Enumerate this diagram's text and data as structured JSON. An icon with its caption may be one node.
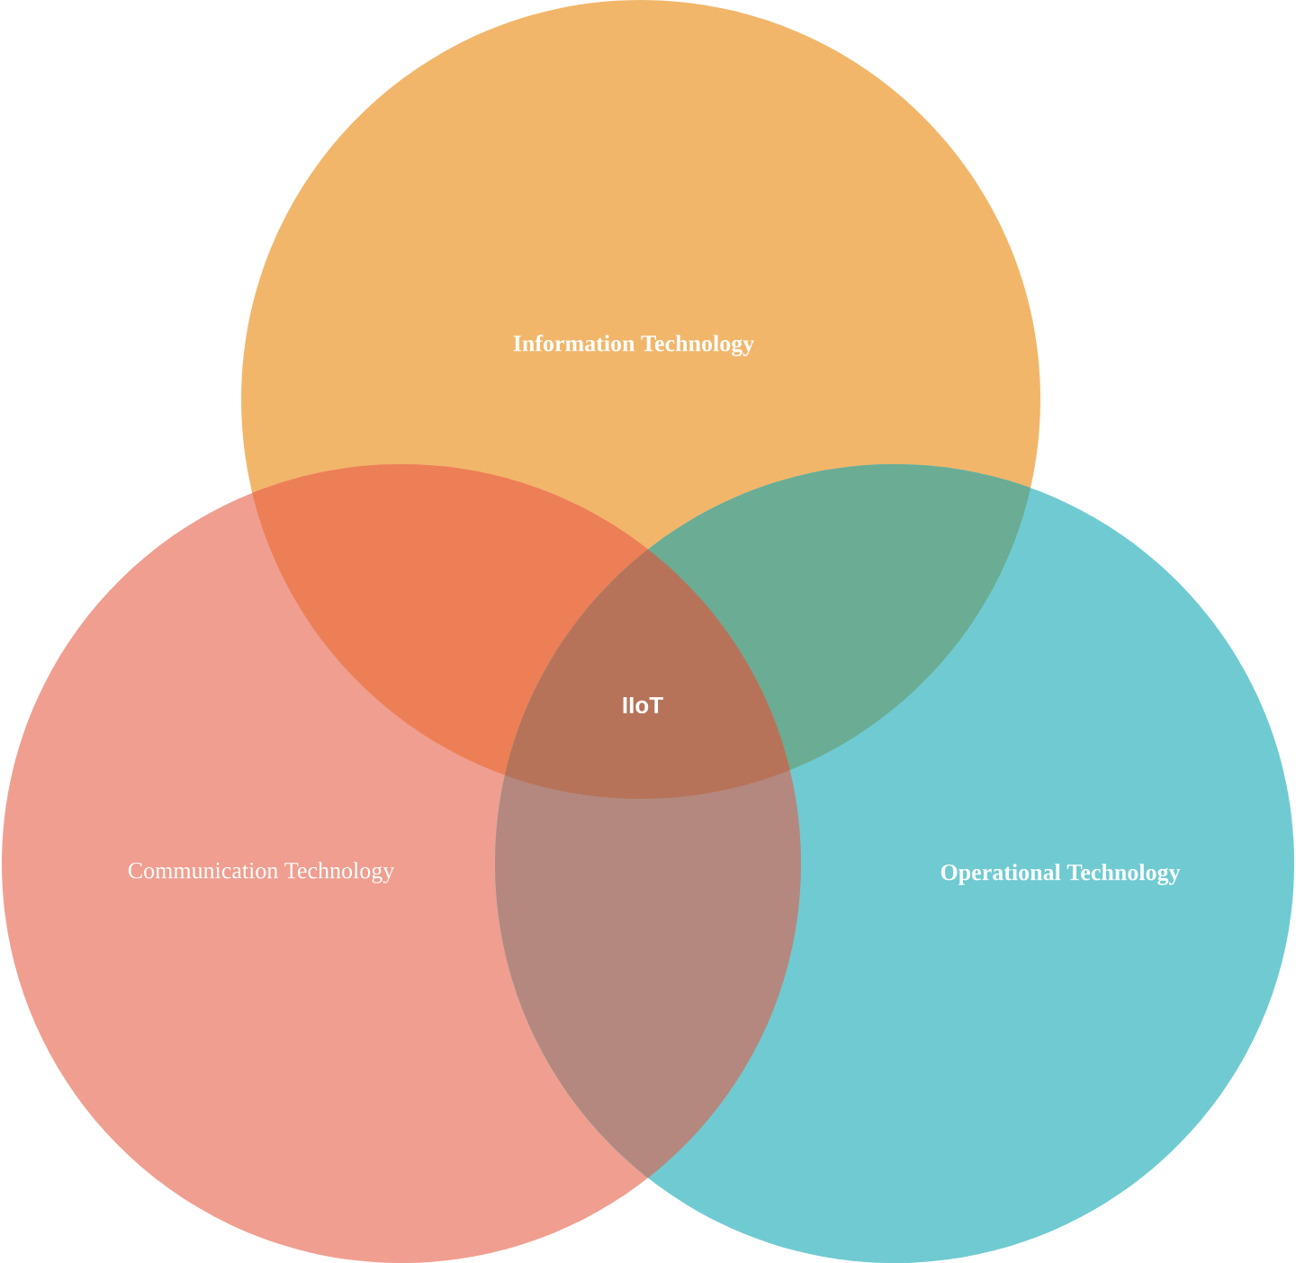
{
  "diagram": {
    "nodes": [
      {
        "text": [
          "Information Technology"
        ]
      },
      {
        "text": [
          "Communication Technology"
        ]
      },
      {
        "text": [
          "Operational Technology"
        ]
      }
    ],
    "labels": [
      "IIoT"
    ]
  }
}
